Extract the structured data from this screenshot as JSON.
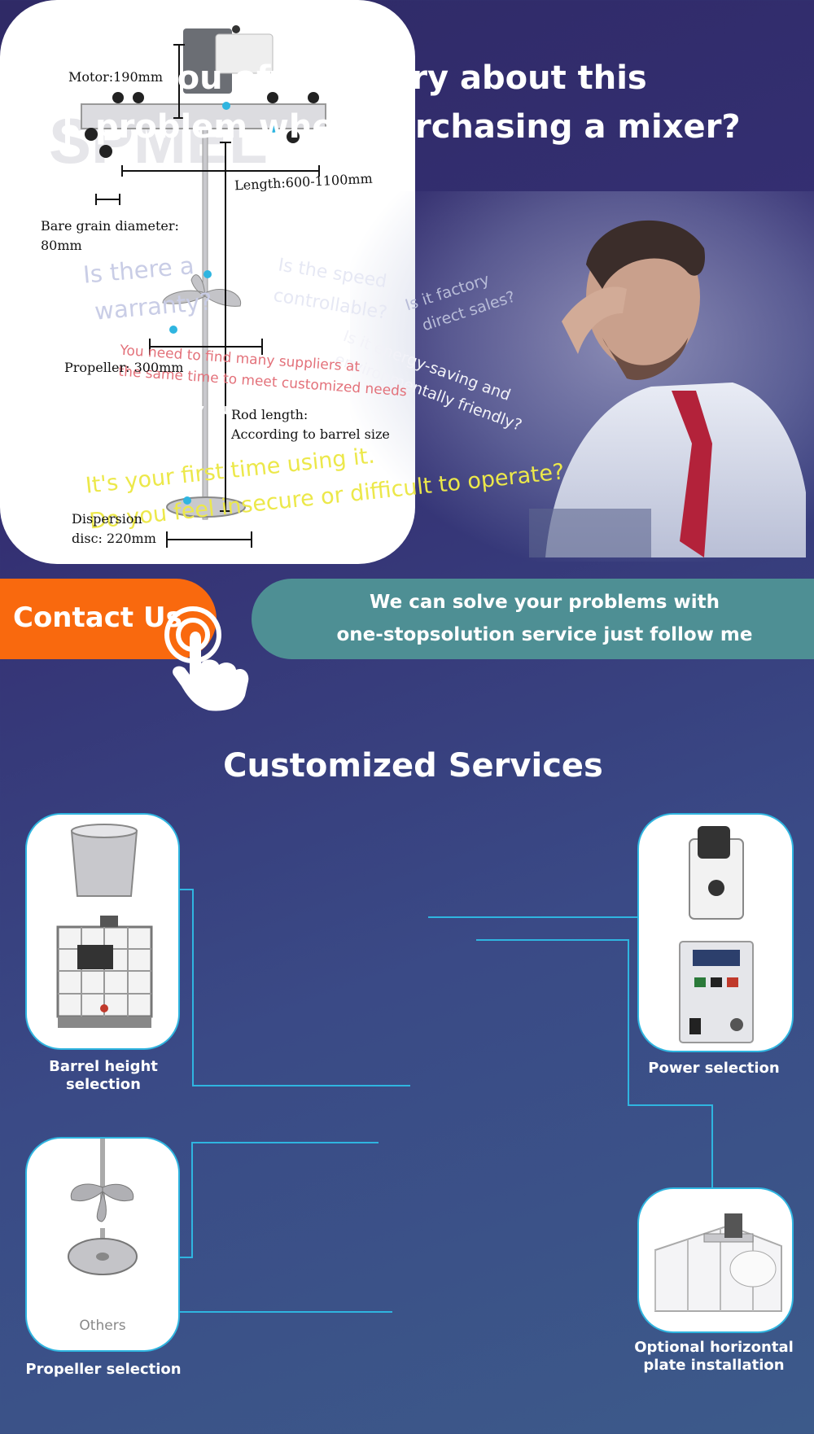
{
  "header": {
    "title_line1": "Do you often worry about this",
    "title_line2": "problem when purchasing a mixer?"
  },
  "questions": {
    "warranty_1": "Is there a",
    "warranty_2": "warranty?",
    "speed_1": "Is the speed",
    "speed_2": "controllable?",
    "factory_1": "Is it factory",
    "factory_2": "direct sales?",
    "energy_1": "Is it energy-saving and",
    "energy_2": "environmentally friendly?",
    "suppliers_1": "You need to find many suppliers at",
    "suppliers_2": "the same time to meet customized needs",
    "quality": "Is product quality guaranteed?",
    "first_1": "It's your first time using it.",
    "first_2": "Do you feel insecure or difficult to operate?"
  },
  "contact": {
    "button_label": "Contact Us",
    "solve_line1": "We can solve your problems with",
    "solve_line2": "one-stopsolution service just follow me"
  },
  "services": {
    "title": "Customized Services",
    "barrel_caption": "Barrel height selection",
    "power_caption": "Power selection",
    "propeller_caption": "Propeller selection",
    "others_label": "Others",
    "plate_caption_1": "Optional horizontal",
    "plate_caption_2": "plate installation",
    "watermark": "SPMEL",
    "specs": {
      "motor": "Motor:190mm",
      "length": "Length:600-1100mm",
      "grain_1": "Bare grain diameter:",
      "grain_2": "80mm",
      "propeller": "Propeller: 300mm",
      "rod_1": "Rod length:",
      "rod_2": "According to barrel size",
      "disc_1": "Dispersion",
      "disc_2": "disc: 220mm"
    }
  },
  "colors": {
    "accent_orange": "#f9690e",
    "accent_teal": "#4e8f94",
    "connector_blue": "#2fb5e0",
    "question_yellow": "#ece84a",
    "question_red": "#e3717a"
  }
}
